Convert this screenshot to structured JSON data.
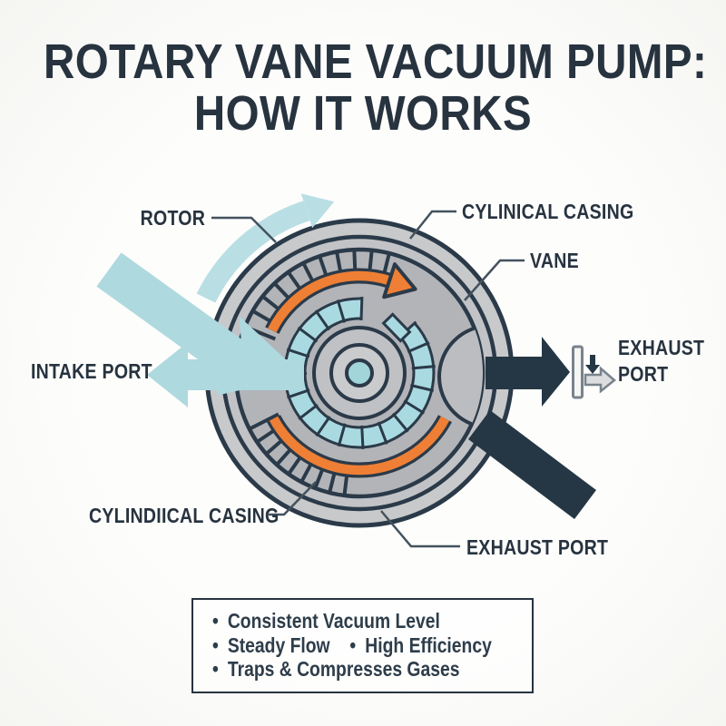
{
  "title": {
    "line1": "ROTARY VANE VACUUM PUMP:",
    "line2": "HOW IT WORKS"
  },
  "labels": {
    "rotor": "ROTOR",
    "casing_top": "CYLINICAL CASING",
    "vane": "VANE",
    "intake": "INTAKE PORT",
    "exhaust_right_1": "EXHAUST",
    "exhaust_right_2": "PORT",
    "casing_bottom": "CYLINDIICAL CASING",
    "exhaust_bottom": "EXHAUST PORT"
  },
  "features": [
    {
      "label": "Consistent Vacuum Level"
    },
    {
      "label": "Steady Flow"
    },
    {
      "label": "High Efficiency"
    },
    {
      "label": "Traps & Compresses Gases"
    }
  ],
  "colors": {
    "ink": "#27333f",
    "navy": "#2b3a49",
    "navy2": "#253744",
    "orange": "#ee7f35",
    "teal": "#aed9df",
    "teal-light": "#b9dfe4",
    "teal-seg": "#a9dae2",
    "teal-center": "#a2d5d9",
    "gray-outer": "#c8c9cb",
    "gray-mid": "#c2c3c6",
    "gray-inner": "#b2b4b8",
    "gray-hub": "#bfc1c4",
    "gray-hub2": "#cacbcd",
    "gray-chamber": "#bcbdc0",
    "leader": "#44525e",
    "icon-gray": "#79838c"
  }
}
